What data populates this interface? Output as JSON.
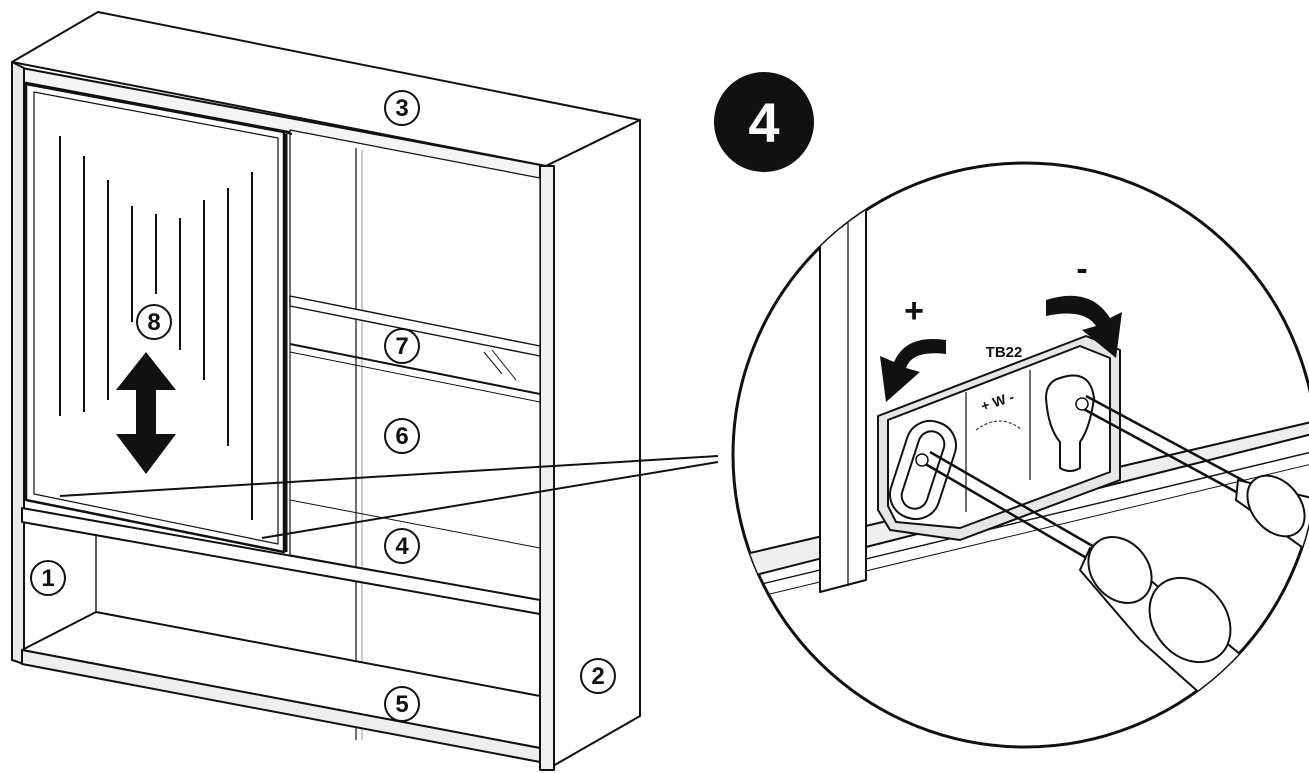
{
  "step": {
    "number": "4"
  },
  "parts": [
    {
      "id": "1",
      "label": "1"
    },
    {
      "id": "2",
      "label": "2"
    },
    {
      "id": "3",
      "label": "3"
    },
    {
      "id": "4",
      "label": "4"
    },
    {
      "id": "5",
      "label": "5"
    },
    {
      "id": "6",
      "label": "6"
    },
    {
      "id": "7",
      "label": "7"
    },
    {
      "id": "8",
      "label": "8"
    }
  ],
  "detail": {
    "hinge_code": "TB22",
    "plus_label": "+",
    "minus_label": "-",
    "adjust_label": "+ W -"
  },
  "colors": {
    "line": "#111111",
    "fill": "#ffffff",
    "shade": "#d8d8d8",
    "dark": "#111111"
  }
}
